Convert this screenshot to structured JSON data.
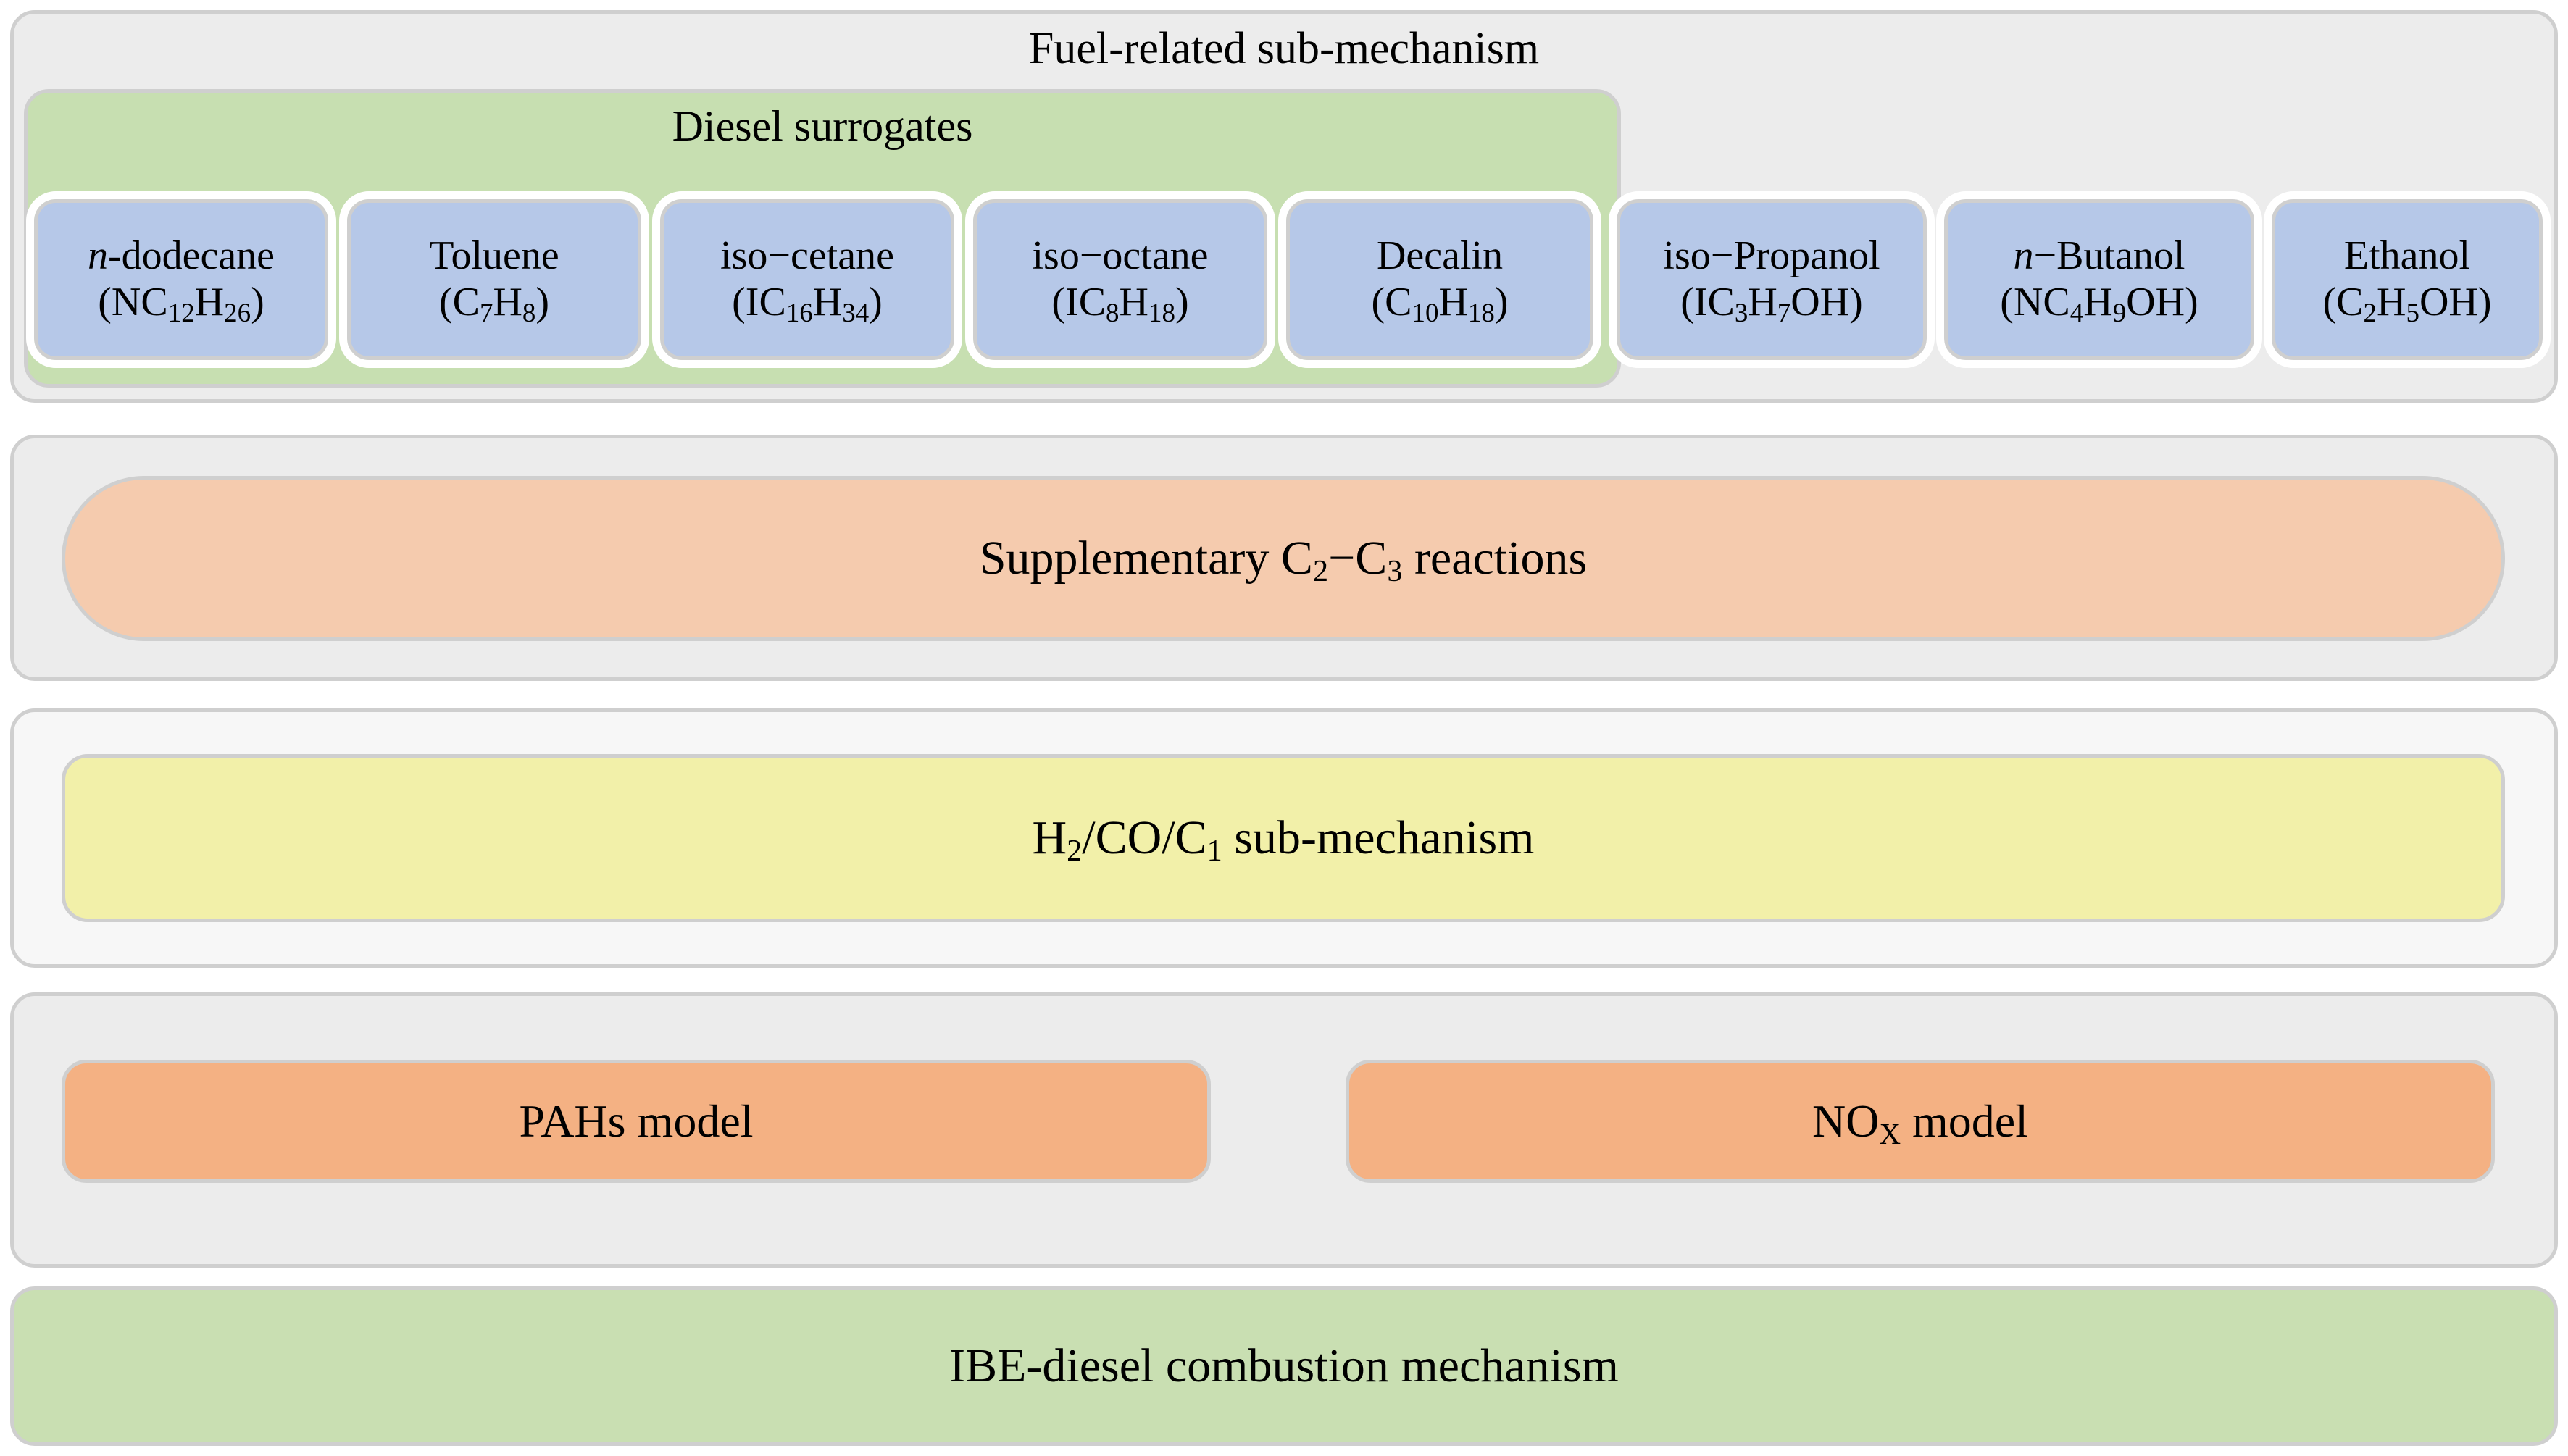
{
  "diagram": {
    "title": "Fuel-related sub-mechanism diagram",
    "colors": {
      "container_gray": "#ececec",
      "container_gray_light": "#f7f7f7",
      "border_gray": "#cfcfcf",
      "surrogate_green": "#c7dfb1",
      "fuel_blue": "#b6c8e8",
      "supplementary_peach": "#f5cbae",
      "h2_yellow": "#f2f0a9",
      "model_orange": "#f4b183",
      "ibe_green": "#c9dfb2"
    }
  },
  "fuel_band": {
    "title": "Fuel-related sub-mechanism",
    "surrogates_title": "Diesel surrogates",
    "surrogates": [
      {
        "name_prefix_italic": "n",
        "name_rest": "-dodecane",
        "formula_parts": [
          "(NC",
          "12",
          "H",
          "26",
          ")"
        ]
      },
      {
        "name_prefix_italic": "",
        "name_rest": "Toluene",
        "formula_parts": [
          "(C",
          "7",
          "H",
          "8",
          ")"
        ]
      },
      {
        "name_prefix_italic": "",
        "name_rest": "iso−cetane",
        "formula_parts": [
          "(IC",
          "16",
          "H",
          "34",
          ")"
        ]
      },
      {
        "name_prefix_italic": "",
        "name_rest": "iso−octane",
        "formula_parts": [
          "(IC",
          "8",
          "H",
          "18",
          ")"
        ]
      },
      {
        "name_prefix_italic": "",
        "name_rest": "Decalin",
        "formula_parts": [
          "(C",
          "10",
          "H",
          "18",
          ")"
        ]
      }
    ],
    "alcohols": [
      {
        "name_prefix_italic": "",
        "name_rest": "iso−Propanol",
        "formula_parts": [
          "(IC",
          "3",
          "H",
          "7",
          "OH)"
        ]
      },
      {
        "name_prefix_italic": "n",
        "name_rest": "−Butanol",
        "formula_parts": [
          "(NC",
          "4",
          "H",
          "9",
          "OH)"
        ]
      },
      {
        "name_prefix_italic": "",
        "name_rest": "Ethanol",
        "formula_parts": [
          "(C",
          "2",
          "H",
          "5",
          "OH)"
        ]
      }
    ]
  },
  "supplementary_band": {
    "label_parts": [
      "Supplementary C",
      "2",
      "−C",
      "3",
      " reactions"
    ]
  },
  "h2_band": {
    "label_parts": [
      "H",
      "2",
      "/CO/C",
      "1",
      " sub-mechanism"
    ]
  },
  "models_band": {
    "pah_label": "PAHs model",
    "nox_label_parts": [
      "NO",
      "X",
      " model"
    ]
  },
  "ibe_band": {
    "label": "IBE-diesel combustion mechanism"
  }
}
